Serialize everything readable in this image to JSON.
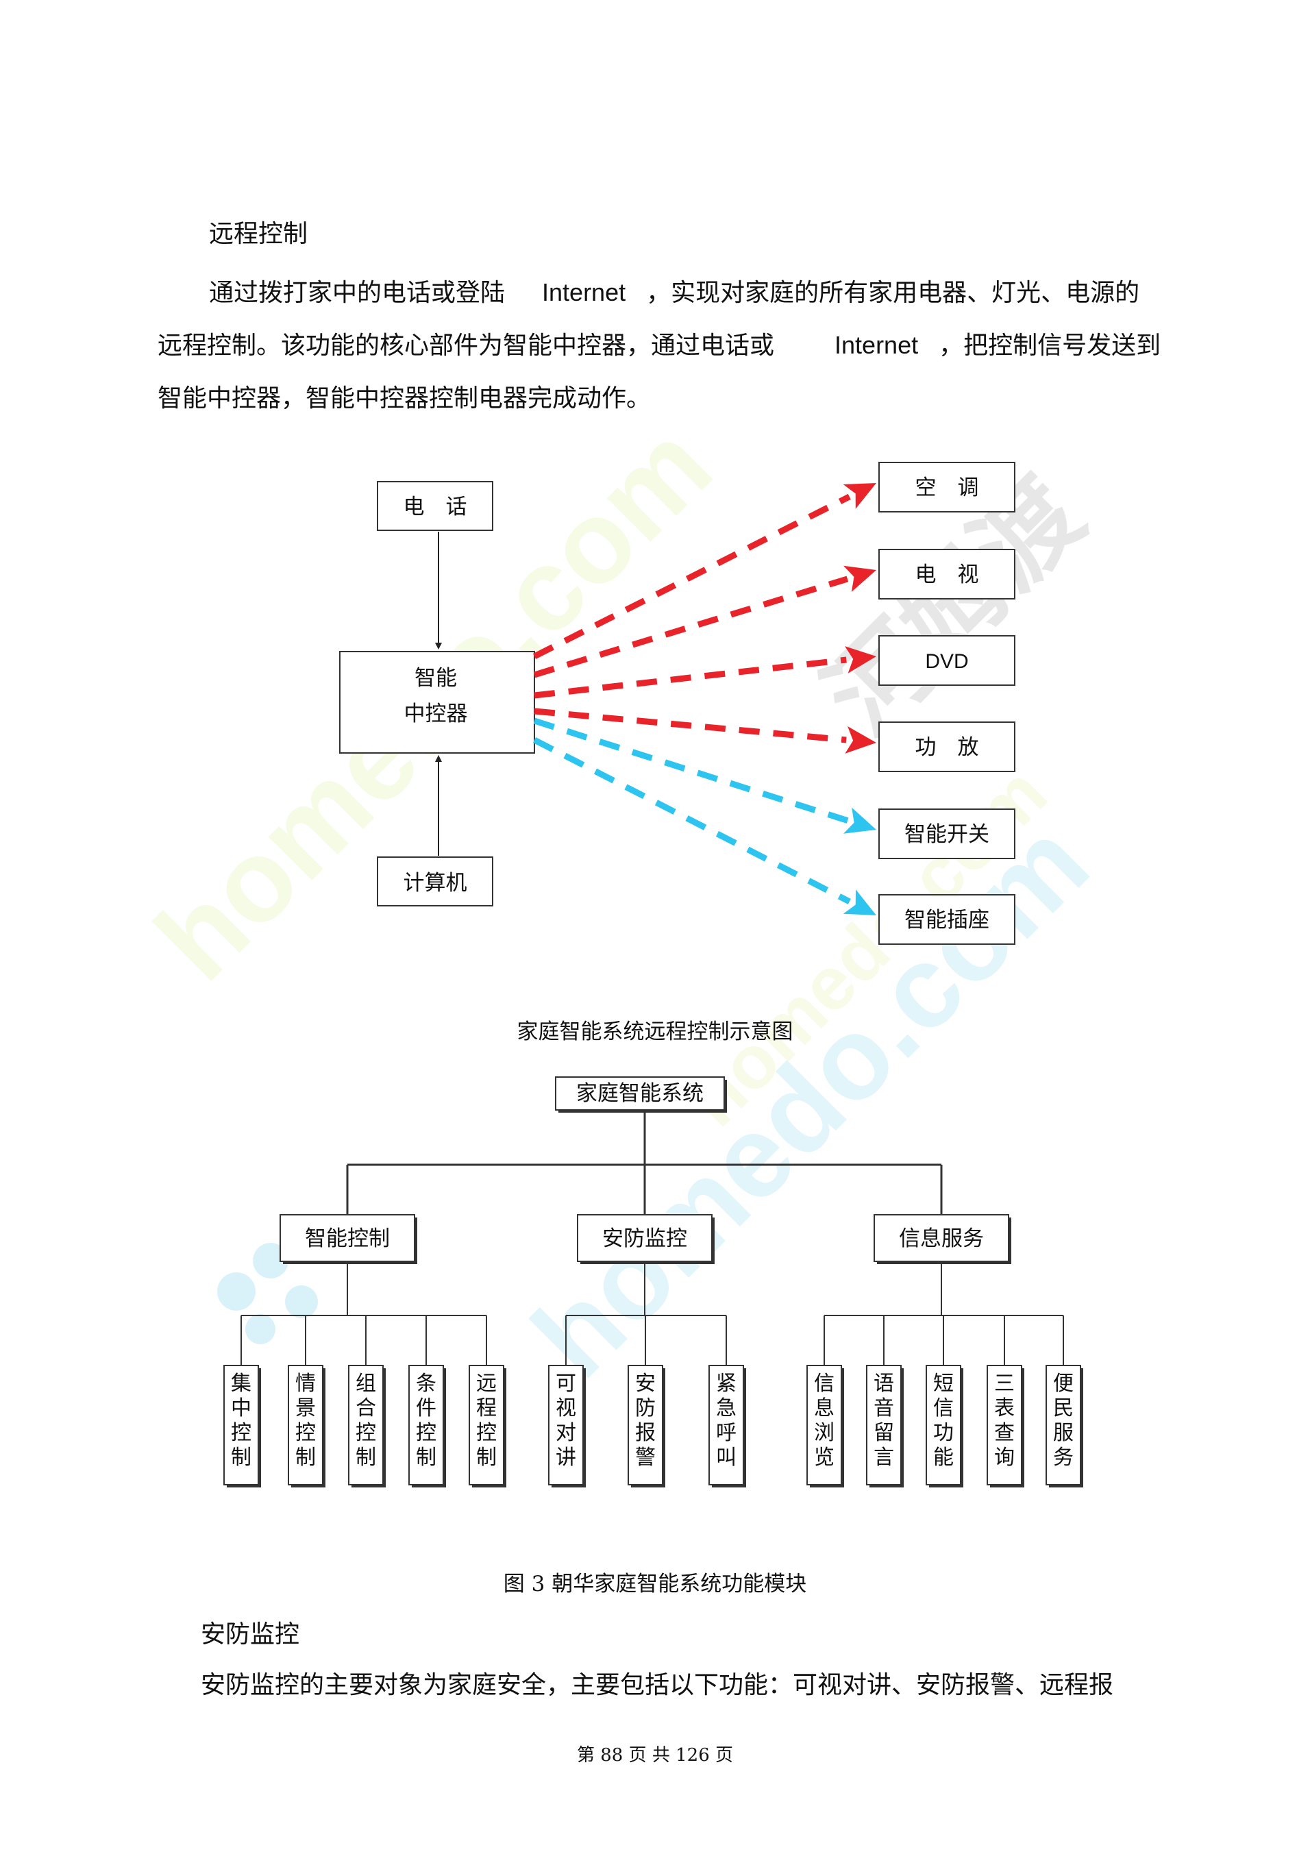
{
  "sections": {
    "remote_heading": "远程控制",
    "remote_para": {
      "line1_a": "通过拨打家中的电话或登陆",
      "line1_b": "Internet",
      "line1_c": "，实现对家庭的所有家用电器、灯光、电源的",
      "line2_a": "远程控制。该功能的核心部件为智能中控器，通过电话或",
      "line2_b": "Internet",
      "line2_c": "，把控制信号发送到",
      "line3": "智能中控器，智能中控器控制电器完成动作。"
    },
    "security_heading": "安防监控",
    "security_para": "安防监控的主要对象为家庭安全，主要包括以下功能：可视对讲、安防报警、远程报"
  },
  "diagram1": {
    "caption": "家庭智能系统远程控制示意图",
    "phone": "电　话",
    "controller_line1": "智能",
    "controller_line2": "中控器",
    "computer": "计算机",
    "devices": [
      "空　调",
      "电　视",
      "DVD",
      "功　放",
      "智能开关",
      "智能插座"
    ],
    "arrow_colors": [
      "#e8232a",
      "#e8232a",
      "#e8232a",
      "#e8232a",
      "#2ec4f0",
      "#2ec4f0"
    ]
  },
  "diagram2": {
    "caption": "图 3 朝华家庭智能系统功能模块",
    "root": "家庭智能系统",
    "branches": [
      {
        "label": "智能控制",
        "leaves": [
          "集中控制",
          "情景控制",
          "组合控制",
          "条件控制",
          "远程控制"
        ]
      },
      {
        "label": "安防监控",
        "leaves": [
          "可视对讲",
          "安防报警",
          "紧急呼叫"
        ]
      },
      {
        "label": "信息服务",
        "leaves": [
          "信息浏览",
          "语音留言",
          "短信功能",
          "三表查询",
          "便民服务"
        ]
      }
    ]
  },
  "watermarks": [
    "homedo.com",
    "homedo.com",
    "homedo.com",
    "河姆渡"
  ],
  "footer": {
    "page_label": "第 88 页 共 126 页"
  }
}
